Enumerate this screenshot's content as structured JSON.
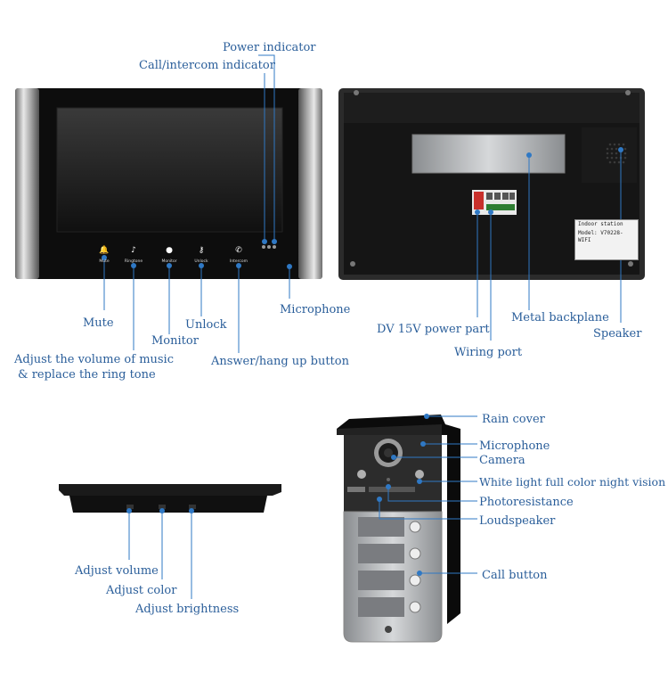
{
  "colors": {
    "label": "#2a5e9a",
    "dot": "#2f78c4",
    "line": "#2f78c4"
  },
  "monitor_front": {
    "buttons": [
      {
        "icon": "bell-icon",
        "glyph": "🔔",
        "text": "Mute"
      },
      {
        "icon": "music-note-icon",
        "glyph": "♪",
        "text": "Ringtone"
      },
      {
        "icon": "person-icon",
        "glyph": "●",
        "text": "Monitor"
      },
      {
        "icon": "key-icon",
        "glyph": "⚷",
        "text": "Unlock"
      },
      {
        "icon": "phone-icon",
        "glyph": "✆",
        "text": "Intercom"
      }
    ]
  },
  "sticker": {
    "line1": "Indoor station",
    "line2": "Model: V70228-WIFI"
  },
  "labels": {
    "power_indicator": "Power indicator",
    "call_intercom_indicator": "Call/intercom indicator",
    "mute": "Mute",
    "monitor": "Monitor",
    "unlock": "Unlock",
    "microphone_monitor": "Microphone",
    "adjust_volume_music_1": "Adjust the volume of music",
    "adjust_volume_music_2": "& replace the ring tone",
    "answer_hang_up": "Answer/hang up button",
    "dv_power": "DV 15V power part",
    "wiring_port": "Wiring port",
    "metal_backplane": "Metal backplane",
    "speaker": "Speaker",
    "rain_cover": "Rain cover",
    "microphone_door": "Microphone",
    "camera": "Camera",
    "white_light": "White light full color night vision",
    "photoresistance": "Photoresistance",
    "loudspeaker": "Loudspeaker",
    "call_button": "Call button",
    "adjust_volume": "Adjust volume",
    "adjust_color": "Adjust color",
    "adjust_brightness": "Adjust brightness"
  }
}
